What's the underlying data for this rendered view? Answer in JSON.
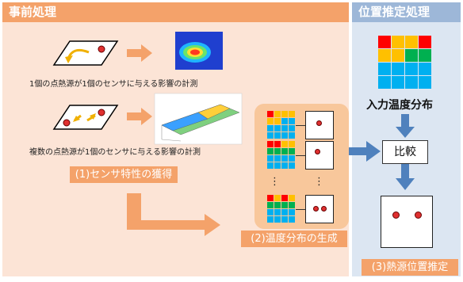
{
  "sections": {
    "pre": "事前処理",
    "est": "位置推定処理"
  },
  "captions": {
    "single": "1個の点熱源が1個のセンサに与える影響の計測",
    "multi": "複数の点熱源が1個のセンサに与える影響の計測"
  },
  "steps": {
    "s1": "(1)センサ特性の獲得",
    "s2": "(2)温度分布の生成",
    "s3": "(3)熱源位置推定"
  },
  "labels": {
    "input": "入力温度分布",
    "compare": "比較",
    "dots": "⋮"
  },
  "colors": {
    "orange": "#f4a26a",
    "blue_arrow": "#4f81bd",
    "grid": [
      "#00b0f0",
      "#ffc000",
      "#ff0000",
      "#00b050"
    ]
  }
}
